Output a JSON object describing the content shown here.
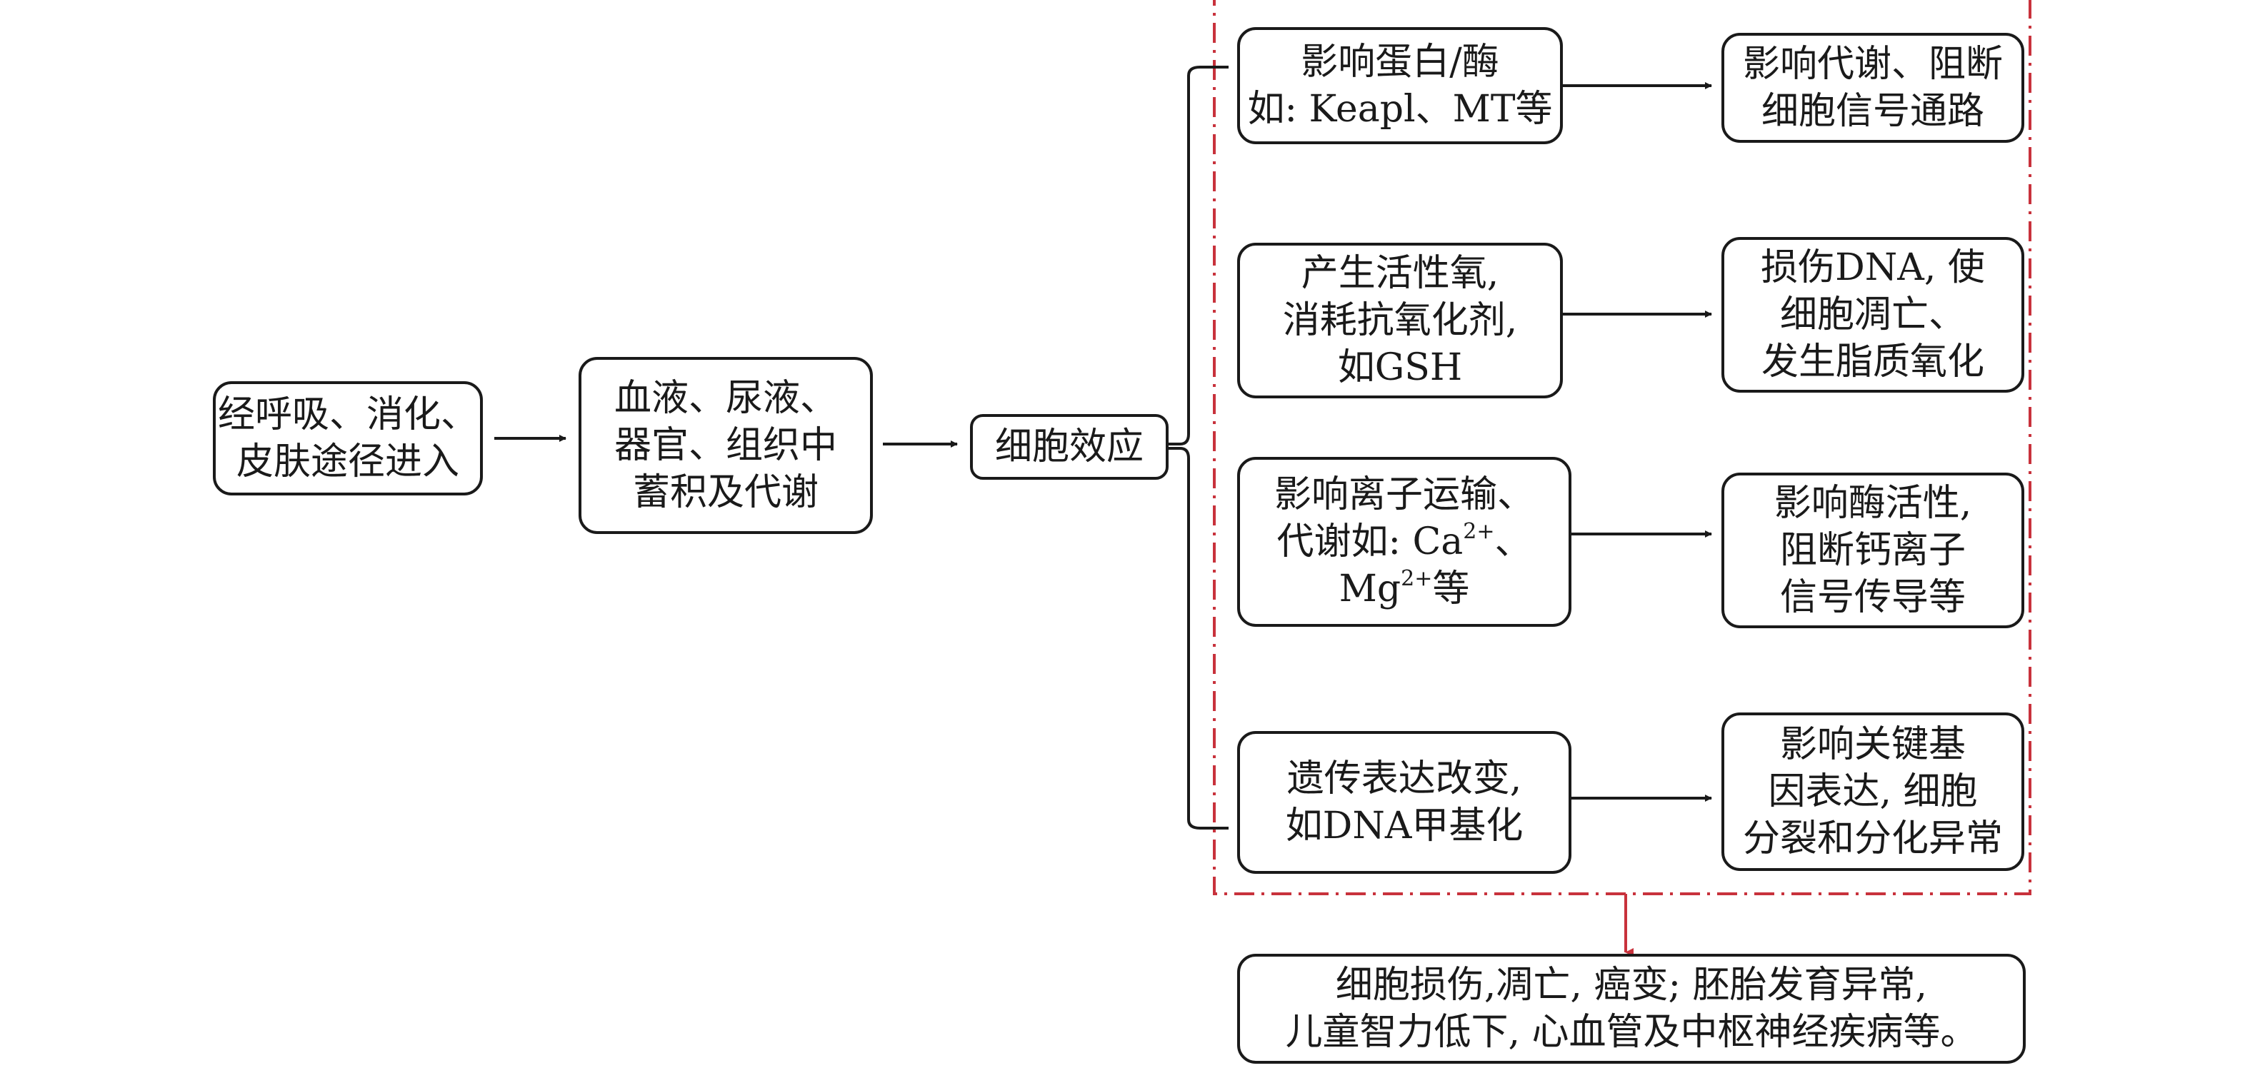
{
  "nodes": {
    "exposure": [
      "经呼吸、消化、",
      "皮肤途径进入"
    ],
    "accumulation": [
      "血液、尿液、",
      "器官、组织中",
      "蓄积及代谢"
    ],
    "cell_effect": [
      "细胞效应"
    ],
    "mechanisms": [
      {
        "cause": [
          "影响蛋白/酶",
          "如: Keapl、MT等"
        ],
        "effect": [
          "影响代谢、阻断",
          "细胞信号通路"
        ]
      },
      {
        "cause": [
          "产生活性氧,",
          "消耗抗氧化剂,",
          "如GSH"
        ],
        "effect": [
          "损伤DNA, 使",
          "细胞凋亡、",
          "发生脂质氧化"
        ]
      },
      {
        "cause_l1": "影响离子运输、",
        "cause_l2_pre": "代谢如: Ca",
        "cause_l2_sup": "2+",
        "cause_l2_post": "、",
        "cause_l3_pre": "Mg",
        "cause_l3_sup": "2+",
        "cause_l3_post": "等",
        "effect": [
          "影响酶活性,",
          "阻断钙离子",
          "信号传导等"
        ]
      },
      {
        "cause": [
          "遗传表达改变,",
          "如DNA甲基化"
        ],
        "effect": [
          "影响关键基",
          "因表达, 细胞",
          "分裂和分化异常"
        ]
      }
    ],
    "outcome": [
      "细胞损伤,凋亡, 癌变; 胚胎发育异常,",
      "儿童智力低下, 心血管及中枢神经疾病等。"
    ]
  },
  "colors": {
    "line": "#1a1a1a",
    "group_border": "#c8323c"
  }
}
